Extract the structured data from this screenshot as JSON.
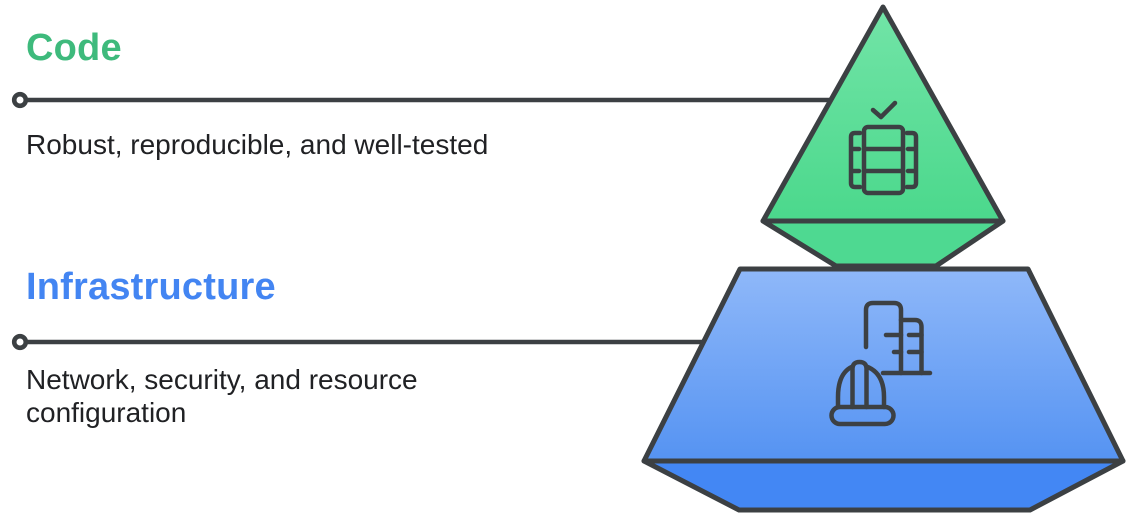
{
  "levels": [
    {
      "id": "code",
      "label": "Code",
      "description": "Robust, reproducible, and well-tested",
      "heading_color": "#3eba7c",
      "gradient_top": "#72e4a7",
      "gradient_bottom": "#4bd88c",
      "side_color": "#4ed991",
      "icons": [
        "checkmark-icon",
        "table-grid-icon"
      ]
    },
    {
      "id": "infrastructure",
      "label": "Infrastructure",
      "description": "Network, security, and resource configuration",
      "heading_color": "#4385f2",
      "gradient_top": "#8fb8f9",
      "gradient_bottom": "#5593f2",
      "side_color": "#4387f4",
      "icons": [
        "buildings-icon",
        "hard-hat-icon"
      ]
    }
  ],
  "style": {
    "outline_color": "#3c4043",
    "connector_color": "#3c4043",
    "icon_stroke_color": "#3c4043",
    "connector_dot_fill": "#ffffff",
    "text_color": "#202124",
    "background_color": "#ffffff"
  }
}
